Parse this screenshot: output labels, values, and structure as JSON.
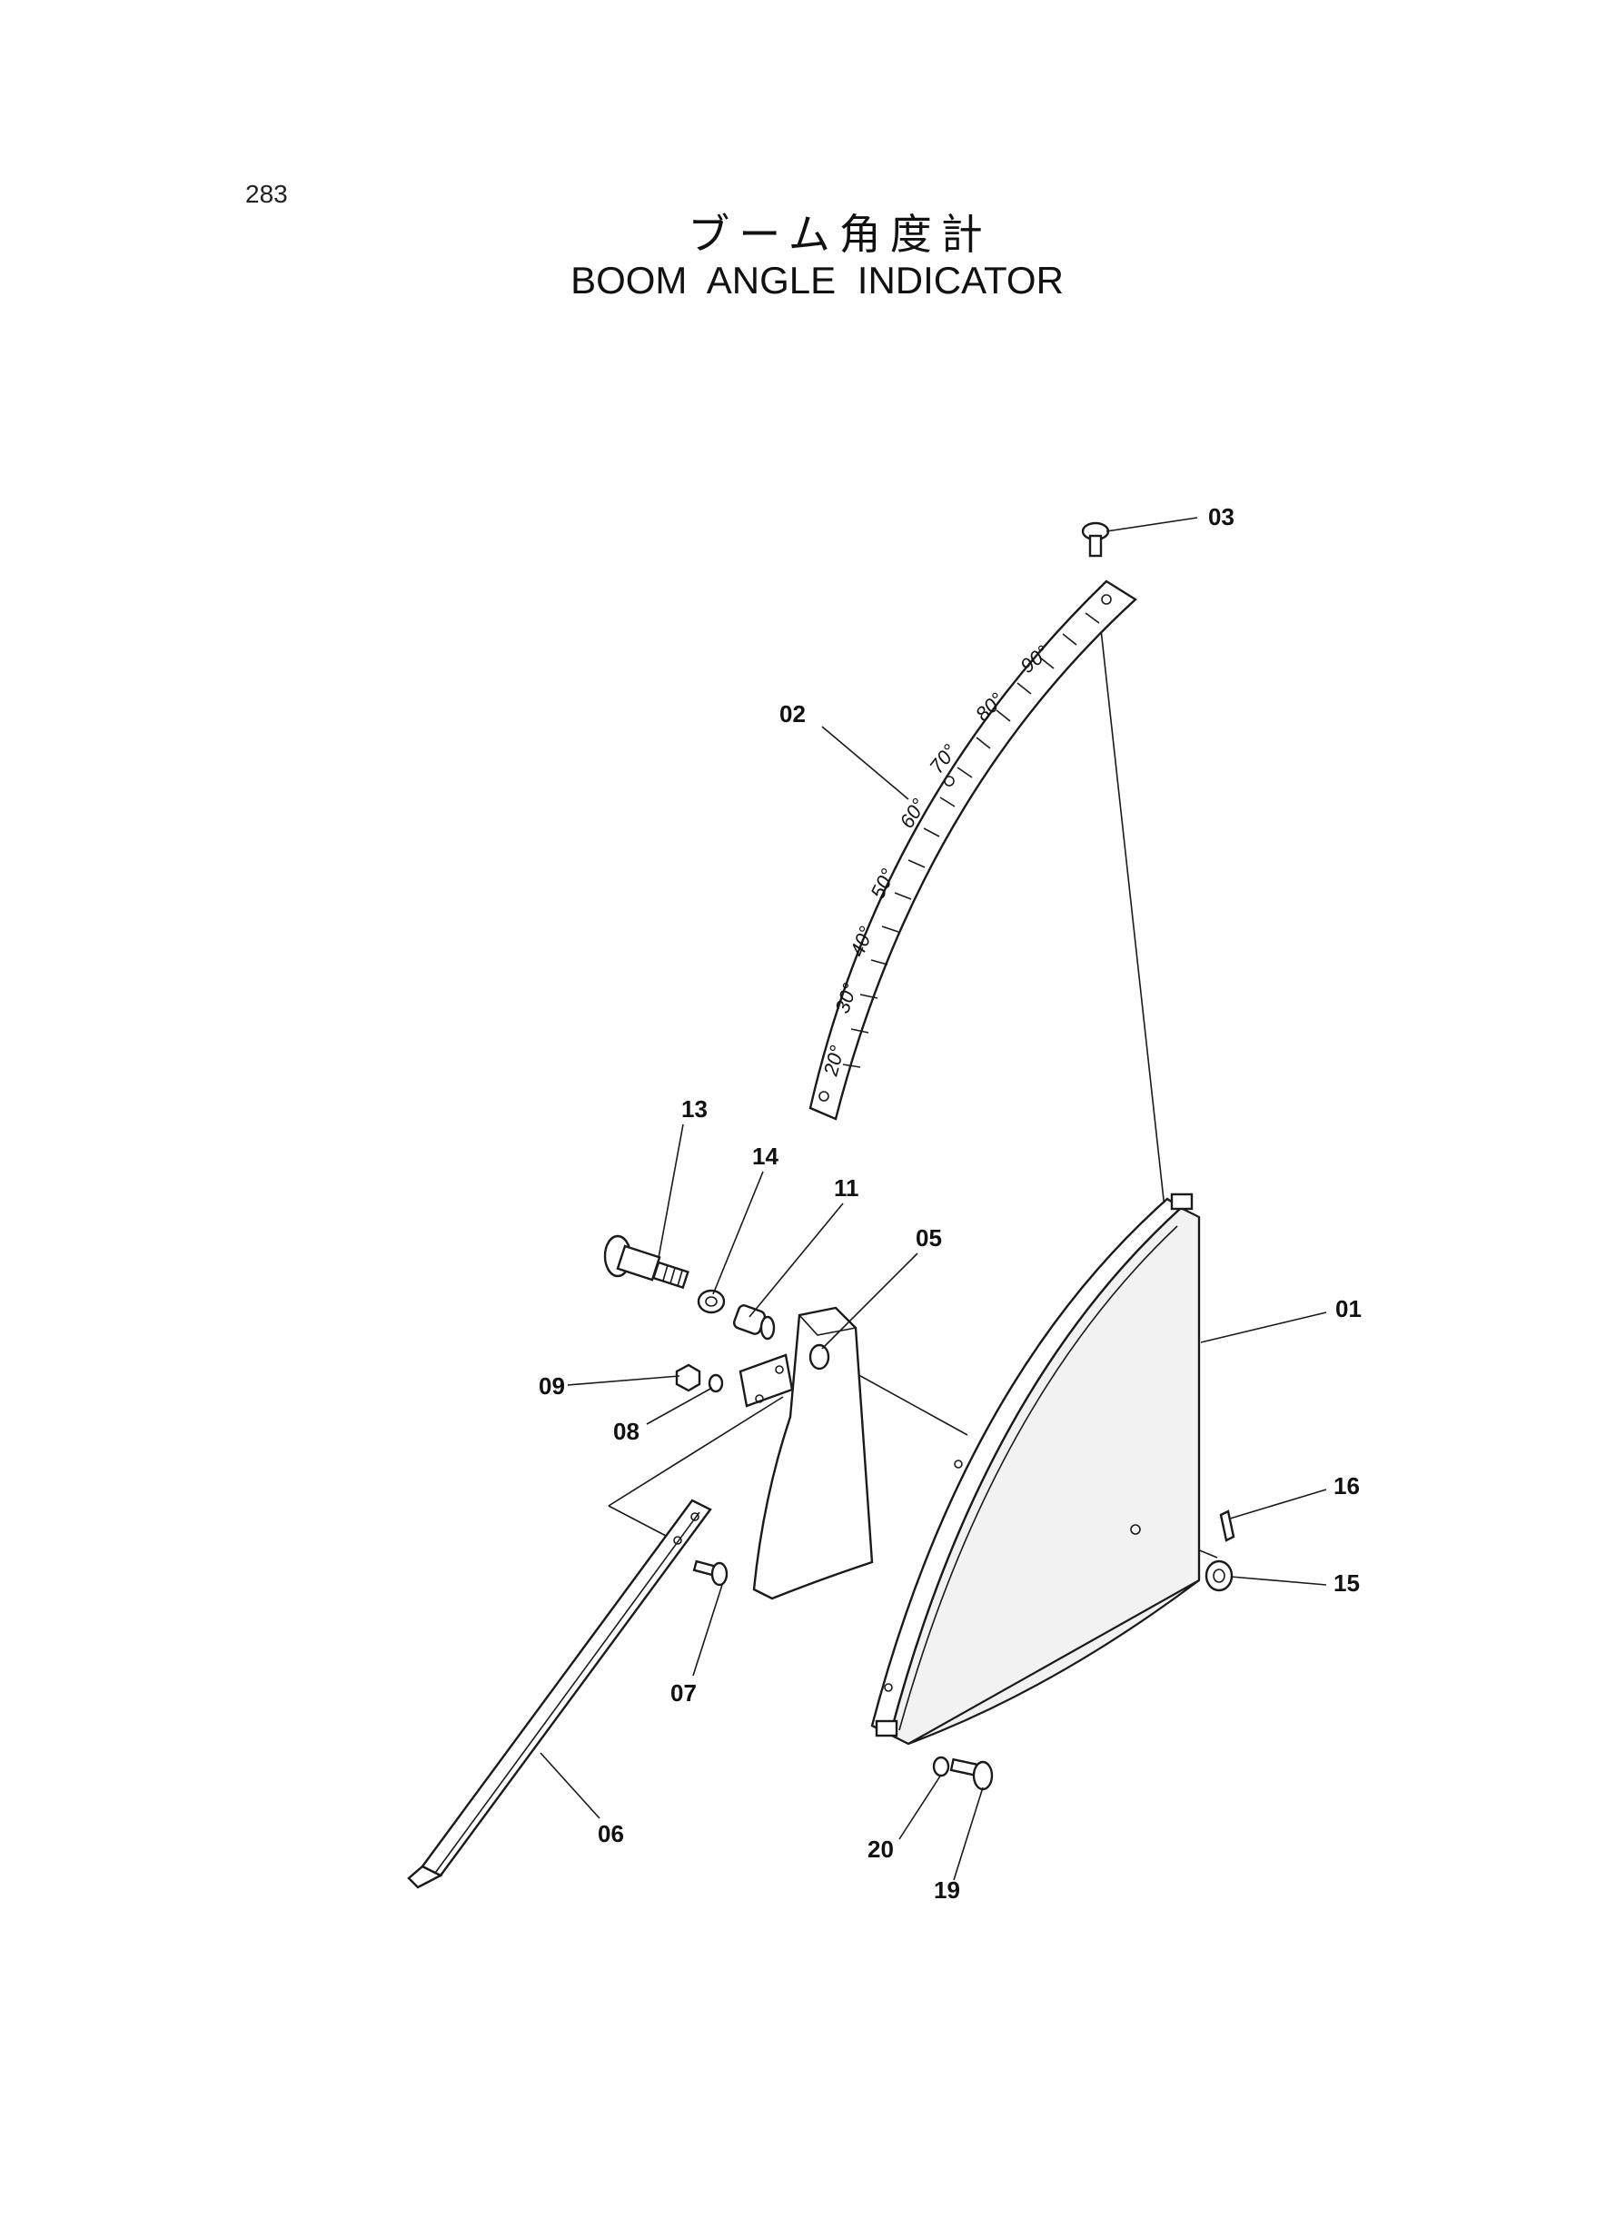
{
  "page": {
    "number": "283"
  },
  "title": {
    "japanese": "ブーム角度計",
    "english": "BOOM ANGLE INDICATOR"
  },
  "scale_labels": [
    "20°",
    "30°",
    "40°",
    "50°",
    "60°",
    "70°",
    "80°",
    "90°"
  ],
  "callouts": {
    "p01": "01",
    "p02": "02",
    "p03": "03",
    "p05": "05",
    "p06": "06",
    "p07": "07",
    "p08": "08",
    "p09": "09",
    "p11": "11",
    "p13": "13",
    "p14": "14",
    "p15": "15",
    "p16": "16",
    "p19": "19",
    "p20": "20"
  }
}
